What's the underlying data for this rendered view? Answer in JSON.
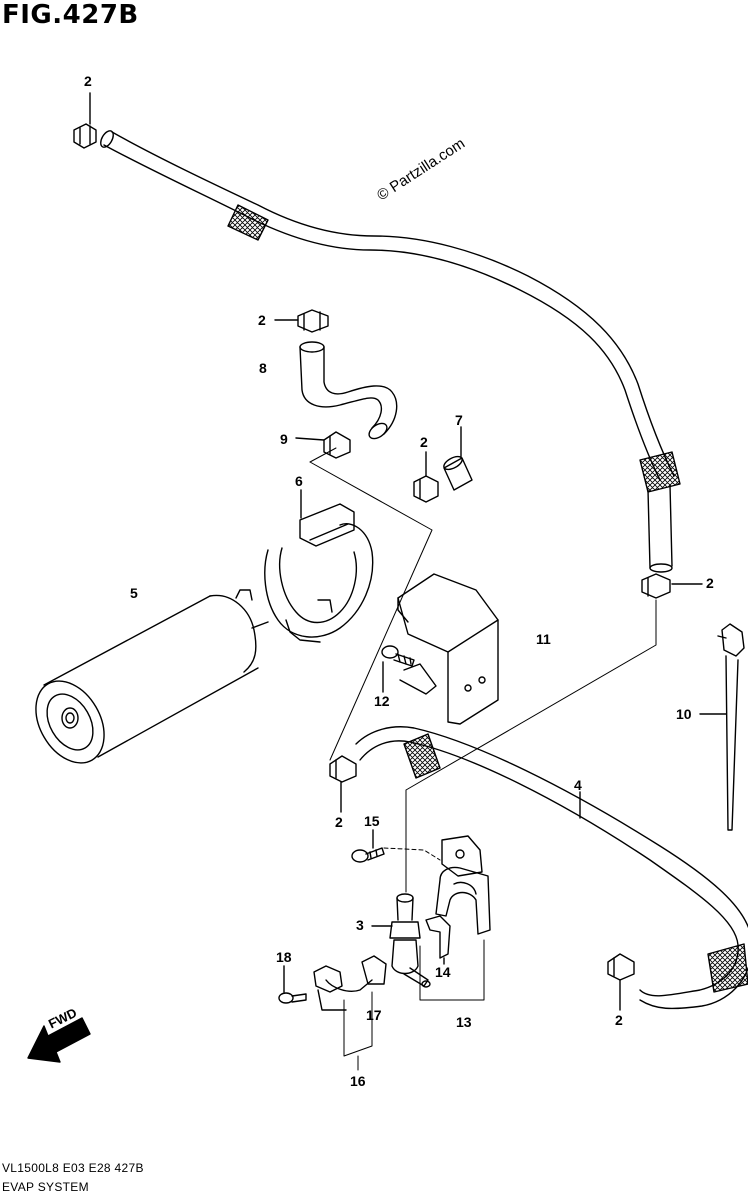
{
  "figure": {
    "title": "FIG.427B",
    "watermark": "© Partzilla.com",
    "code": "VL1500L8  E03  E28  427B",
    "subtitle": "EVAP SYSTEM",
    "fwd_label": "FWD"
  },
  "callouts": [
    "2",
    "2",
    "8",
    "9",
    "2",
    "7",
    "6",
    "5",
    "2",
    "11",
    "12",
    "10",
    "2",
    "4",
    "15",
    "3",
    "18",
    "14",
    "17",
    "13",
    "2",
    "16"
  ]
}
